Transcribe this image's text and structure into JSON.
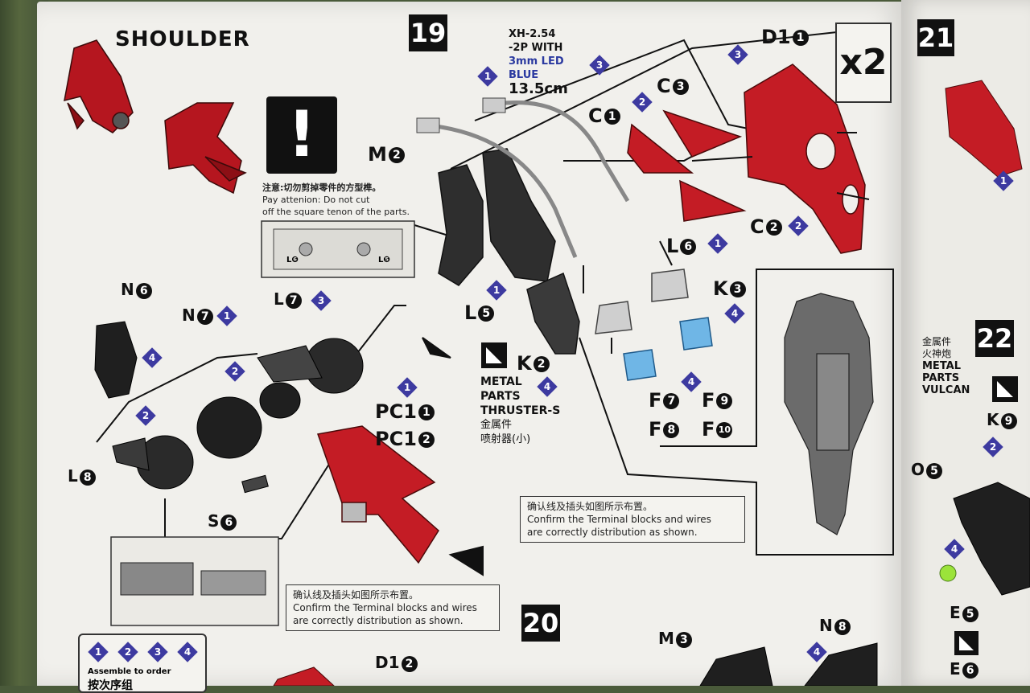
{
  "page": {
    "heading": "SHOULDER",
    "step_19": "19",
    "step_20": "20",
    "step_21": "21",
    "step_22": "22",
    "multiplier": "x2"
  },
  "led": {
    "line1": "XH-2.54",
    "line2": "-2P WITH",
    "line3": "3mm LED",
    "line4": "BLUE",
    "length": "13.5cm"
  },
  "warning": {
    "cn": "注意:切勿剪掉零件的方型榫。",
    "en_line1": "Pay attenion: Do not cut",
    "en_line2": "off the square tenon of the parts.",
    "mark_left": "L❻",
    "mark_right": "L❺"
  },
  "parts": {
    "D1_1": "D1",
    "D1_1n": "1",
    "C3": "C",
    "C3n": "3",
    "C1": "C",
    "C1n": "1",
    "C2": "C",
    "C2n": "2",
    "M2": "M",
    "M2n": "2",
    "L6": "L",
    "L6n": "6",
    "L5": "L",
    "L5n": "5",
    "K3": "K",
    "K3n": "3",
    "K2": "K",
    "K2n": "2",
    "N6": "N",
    "N6n": "6",
    "N7": "N",
    "N7n": "7",
    "L7": "L",
    "L7n": "7",
    "L8": "L",
    "L8n": "8",
    "S6": "S",
    "S6n": "6",
    "PC1_1": "PC1",
    "PC1_1n": "1",
    "PC1_2": "PC1",
    "PC1_2n": "2",
    "F7": "F",
    "F7n": "7",
    "F8": "F",
    "F8n": "8",
    "F9": "F",
    "F9n": "9",
    "F10": "F",
    "F10n": "10",
    "D1_2": "D1",
    "D1_2n": "2",
    "M3": "M",
    "M3n": "3",
    "N8": "N",
    "N8n": "8",
    "K9": "K",
    "K9n": "9",
    "O5": "O",
    "O5n": "5",
    "E5": "E",
    "E5n": "5",
    "E6": "E",
    "E6n": "6"
  },
  "metal_parts_thruster": {
    "line1": "METAL",
    "line2": "PARTS",
    "line3": "THRUSTER-S",
    "cn1": "金属件",
    "cn2": "喷射器(小)"
  },
  "metal_parts_vulcan": {
    "cn1": "金属件",
    "cn2": "火神炮",
    "line1": "METAL",
    "line2": "PARTS",
    "line3": "VULCAN"
  },
  "confirm_note": {
    "cn": "确认线及插头如图所示布置。",
    "en_line1": "Confirm the Terminal blocks and wires",
    "en_line2": "are correctly distribution as shown."
  },
  "assemble_order": {
    "label": "Assemble to order",
    "cn": "按次序组",
    "steps": [
      "1",
      "2",
      "3",
      "4"
    ]
  }
}
